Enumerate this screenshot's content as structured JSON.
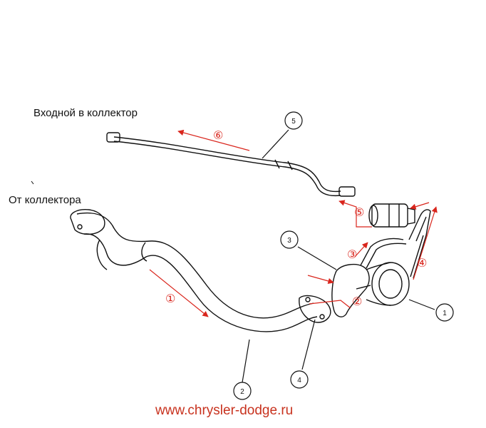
{
  "labels": {
    "intake": "Входной в коллектор",
    "from_manifold": "От коллектора"
  },
  "website": "www.chrysler-dodge.ru",
  "flow_steps": [
    "⑥",
    "①",
    "②",
    "③",
    "④",
    "⑤"
  ],
  "callouts": [
    "5",
    "3",
    "1",
    "2",
    "4"
  ],
  "colors": {
    "flow": "#d9251c",
    "line": "#111111"
  }
}
